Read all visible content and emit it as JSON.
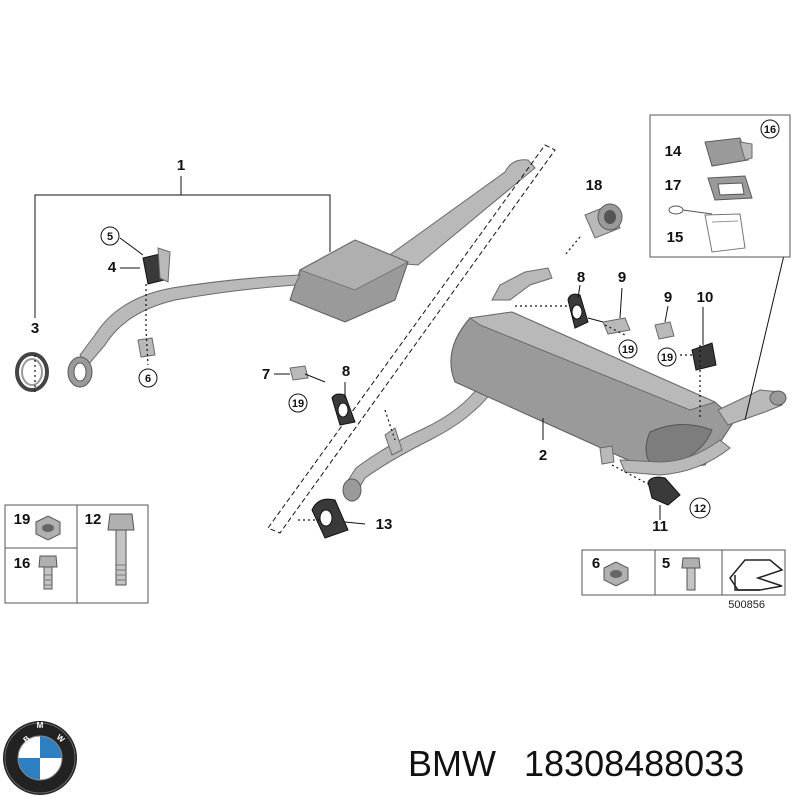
{
  "diagram": {
    "part_labels": {
      "p1": "1",
      "p2": "2",
      "p3": "3",
      "p4": "4",
      "p5": "5",
      "p6": "6",
      "p7": "7",
      "p8a": "8",
      "p8b": "8",
      "p9a": "9",
      "p9b": "9",
      "p10": "10",
      "p11": "11",
      "p12": "12",
      "p13": "13",
      "p14": "14",
      "p15": "15",
      "p16": "16",
      "p17": "17",
      "p18": "18",
      "p19a": "19",
      "p19b": "19",
      "p19c": "19"
    },
    "legend_left": {
      "a": "19",
      "b": "12",
      "c": "16"
    },
    "legend_right": {
      "a": "6",
      "b": "5"
    },
    "diagram_code": "500856"
  },
  "footer": {
    "brand": "BMW",
    "part_number": "18308488033",
    "logo_letters": "BMW"
  },
  "colors": {
    "metal": "#b9b9b9",
    "metal_dark": "#9a9a9a",
    "rubber": "#3a3a3a",
    "logo_blue": "#2d7fc1"
  }
}
